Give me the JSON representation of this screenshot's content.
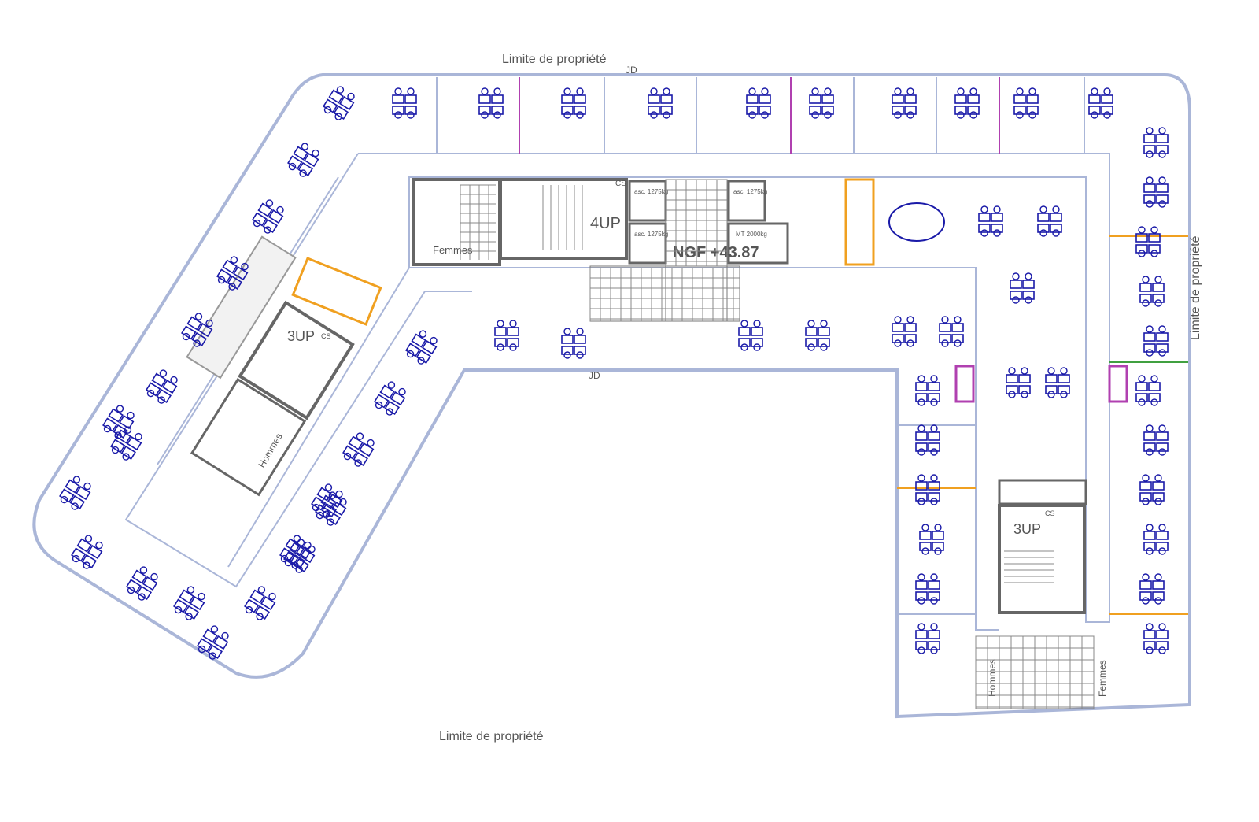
{
  "plan": {
    "property_limit_top": "Limite de propriété",
    "property_limit_bottom": "Limite de propriété",
    "property_limit_right": "Limite de propriété",
    "jd_top": "JD",
    "jd_bottom": "JD",
    "stair_main": "4UP",
    "stair_left": "3UP",
    "stair_right": "3UP",
    "level": "NGF +43.87",
    "wc_women_core": "Femmes",
    "wc_men_left": "Hommes",
    "wc_men_right": "Hommes",
    "wc_women_right": "Femmes",
    "lift_1": "asc. 1275kg",
    "lift_2": "asc. 1275kg",
    "lift_3": "asc. 1275kg",
    "lift_freight": "MT 2000kg",
    "cs_1": "CS",
    "cs_2": "CS",
    "cs_3": "CS"
  },
  "colors": {
    "wall": "#aab6d8",
    "core": "#666666",
    "furniture": "#1a1aa8",
    "accent_orange": "#f0a020",
    "accent_purple": "#b040b0"
  }
}
